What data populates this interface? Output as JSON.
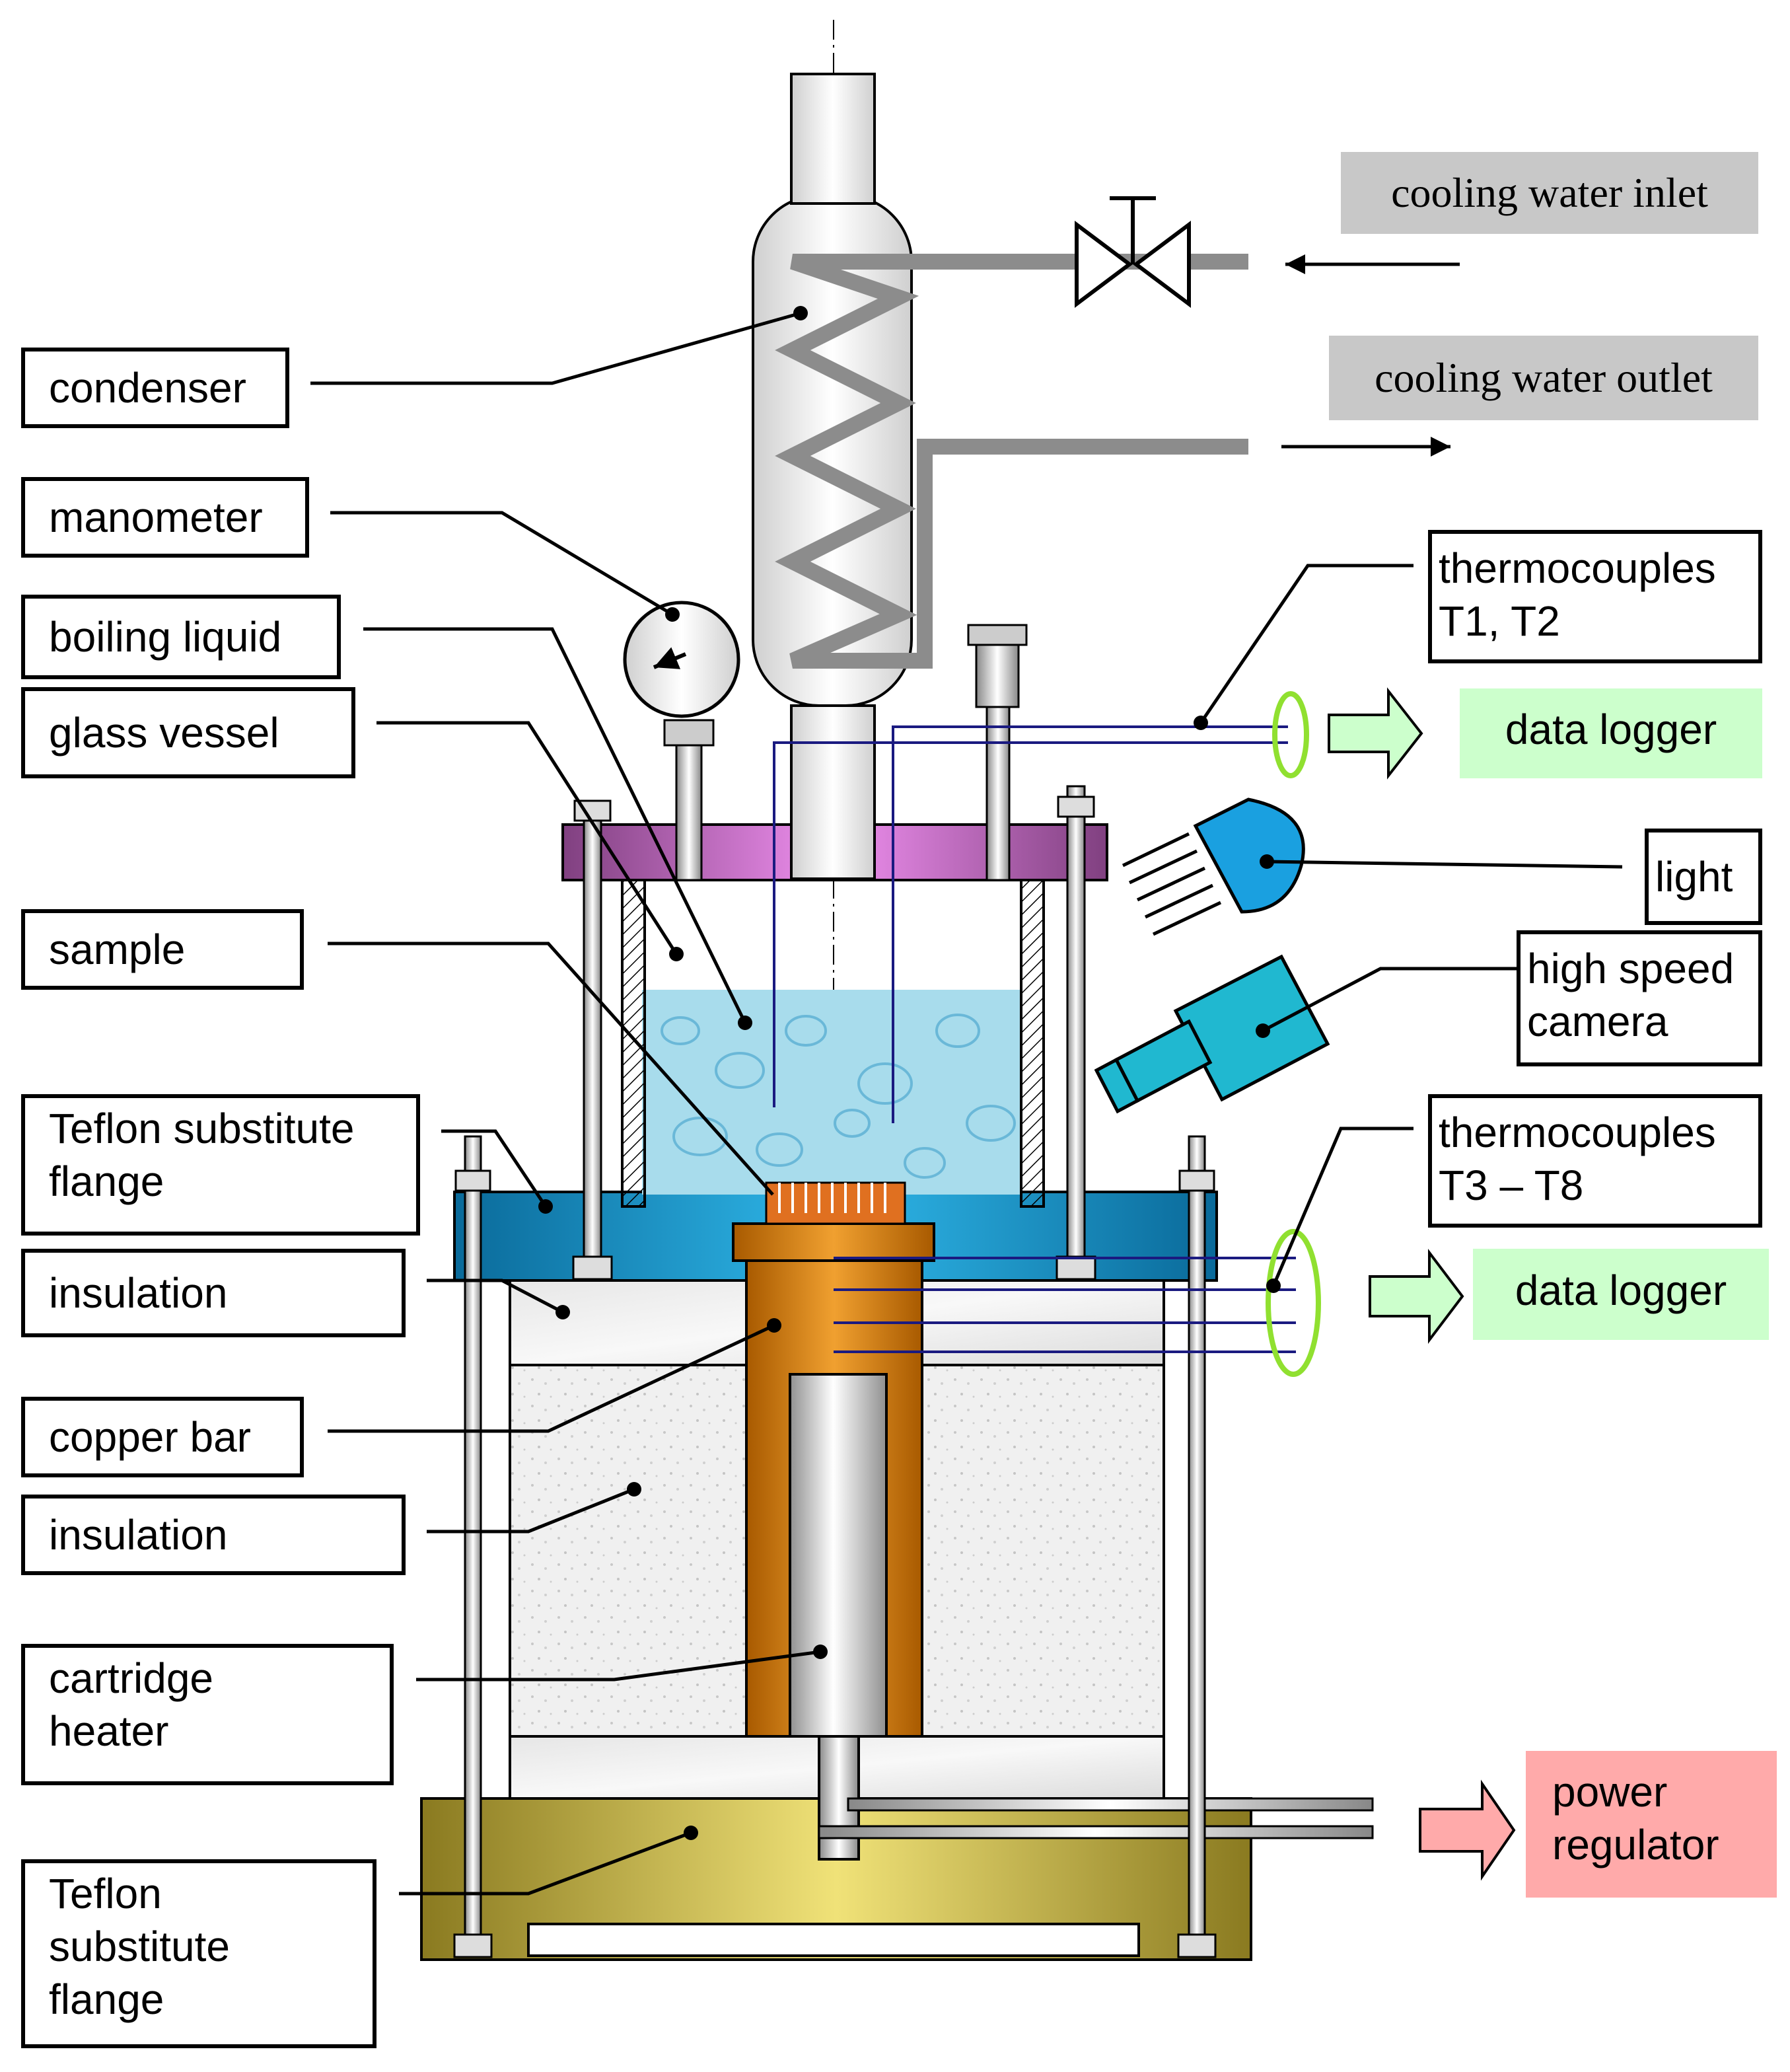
{
  "labels": {
    "condenser": "condenser",
    "manometer": "manometer",
    "boiling_liquid": "boiling liquid",
    "glass_vessel": "glass vessel",
    "sample": "sample",
    "teflon_flange_top": "Teflon substitute\nflange",
    "insulation_top": "insulation",
    "copper_bar": "copper bar",
    "insulation_bottom": "insulation",
    "cartridge_heater": "cartridge\nheater",
    "teflon_flange_bottom": "Teflon\nsubstitute\nflange",
    "cooling_water_inlet": "cooling water inlet",
    "cooling_water_outlet": "cooling water outlet",
    "thermocouples_t1_t2": "thermocouples\nT1, T2",
    "data_logger_1": "data logger",
    "light": "light",
    "high_speed_camera": "high speed\ncamera",
    "thermocouples_t3_t8": "thermocouples\nT3 – T8",
    "data_logger_2": "data logger",
    "power_regulator": "power\nregulator"
  },
  "colors": {
    "flange_top": "#c080c0",
    "teflon_flange": "#1aa5d8",
    "base_flange": "#d8cc50",
    "copper": "#e08a10",
    "liquid": "#a8dcec",
    "data_logger_bg": "#ccffcc",
    "power_regulator_bg": "#ffaaaa",
    "cooling_bg": "#c8c8c8",
    "light_color": "#1aa0e0",
    "camera_color": "#20b8d0"
  }
}
